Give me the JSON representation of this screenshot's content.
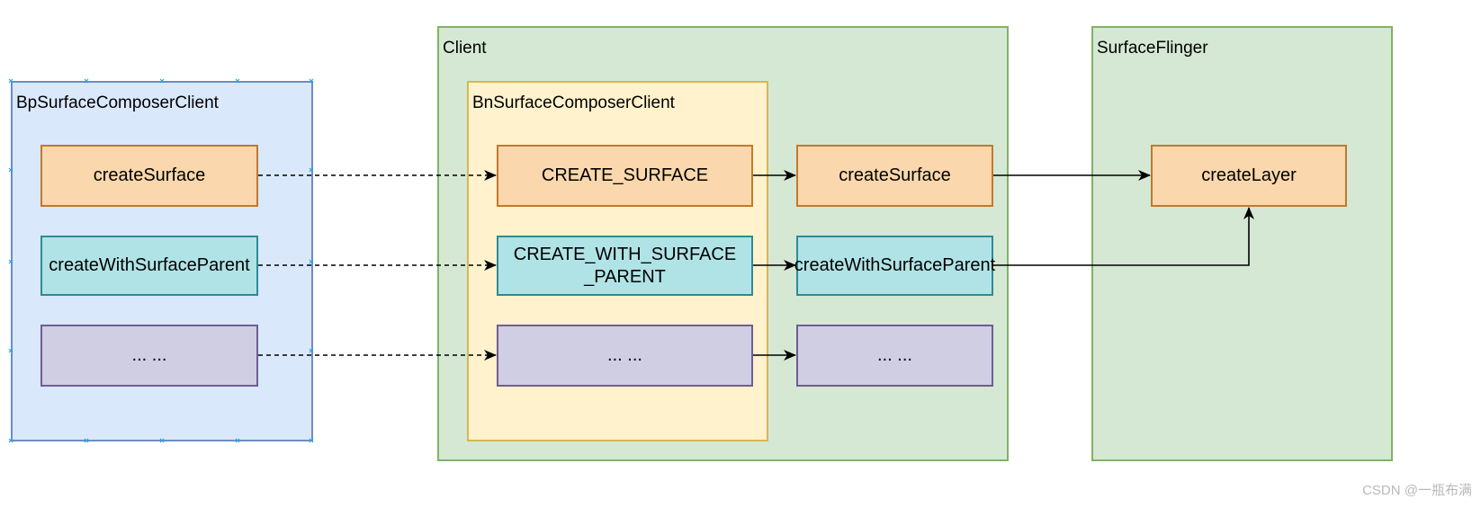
{
  "containers": {
    "bp_client": "BpSurfaceComposerClient",
    "client": "Client",
    "bn_client": "BnSurfaceComposerClient",
    "surface_flinger": "SurfaceFlinger"
  },
  "nodes": {
    "bp_create_surface": "createSurface",
    "bp_create_with_parent": "createWithSurfaceParent",
    "bp_other": "... ...",
    "bn_create_surface_line1": "CREATE_SURFACE",
    "bn_create_with_parent_line1": "CREATE_WITH_SURFACE",
    "bn_create_with_parent_line2": "_PARENT",
    "bn_other": "... ...",
    "client_create_surface": "createSurface",
    "client_create_with_parent": "createWithSurfaceParent",
    "client_other": "... ...",
    "sf_create_layer": "createLayer"
  },
  "watermark": "CSDN @一瓶布满",
  "colors": {
    "bp_fill": "#dae8fc",
    "bp_border": "#6c8ebf",
    "client_fill": "#d5e8d4",
    "client_border": "#82b366",
    "bn_fill": "#fff2cc",
    "bn_border": "#d6b656",
    "orange_fill": "#fad7ac",
    "teal_fill": "#b0e3e6",
    "purple_fill": "#d0cee2"
  }
}
